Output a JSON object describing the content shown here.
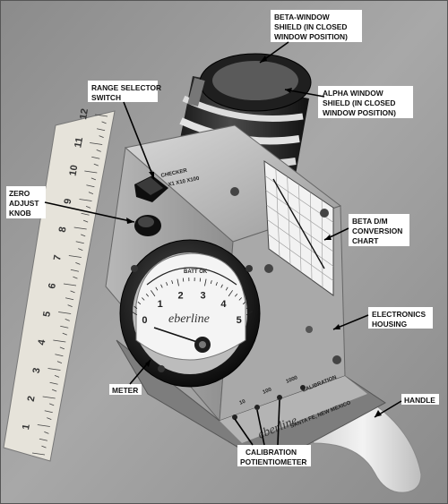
{
  "labels": {
    "beta_window": [
      "BETA-WINDOW",
      "SHIELD (IN CLOSED",
      "WINDOW POSITION)"
    ],
    "alpha_window": [
      "ALPHA WINDOW",
      "SHIELD (IN CLOSED",
      "WINDOW POSITION)"
    ],
    "range_selector": [
      "RANGE SELECTOR",
      "SWITCH"
    ],
    "zero_adjust": [
      "ZERO",
      "ADJUST",
      "KNOB"
    ],
    "beta_chart": [
      "BETA D/M",
      "CONVERSION",
      "CHART"
    ],
    "electronics": [
      "ELECTRONICS",
      "HOUSING"
    ],
    "meter": "METER",
    "handle": "HANDLE",
    "calibration": [
      "CALIBRATION",
      "POTIENTIOMETER"
    ]
  },
  "ruler": {
    "numbers": [
      "1",
      "2",
      "3",
      "4",
      "5",
      "6",
      "7",
      "8",
      "9",
      "10",
      "11",
      "12"
    ]
  },
  "meter_face": {
    "scale": [
      "0",
      "1",
      "2",
      "3",
      "4",
      "5"
    ],
    "brand": "eberline",
    "batt_ok": "BATT OK"
  },
  "housing_text": {
    "cal_marks": [
      "10",
      "100",
      "1000"
    ],
    "brand": "eberline",
    "side": [
      "CALIBRATION",
      "SANTA FE, NEW MEXICO"
    ]
  }
}
